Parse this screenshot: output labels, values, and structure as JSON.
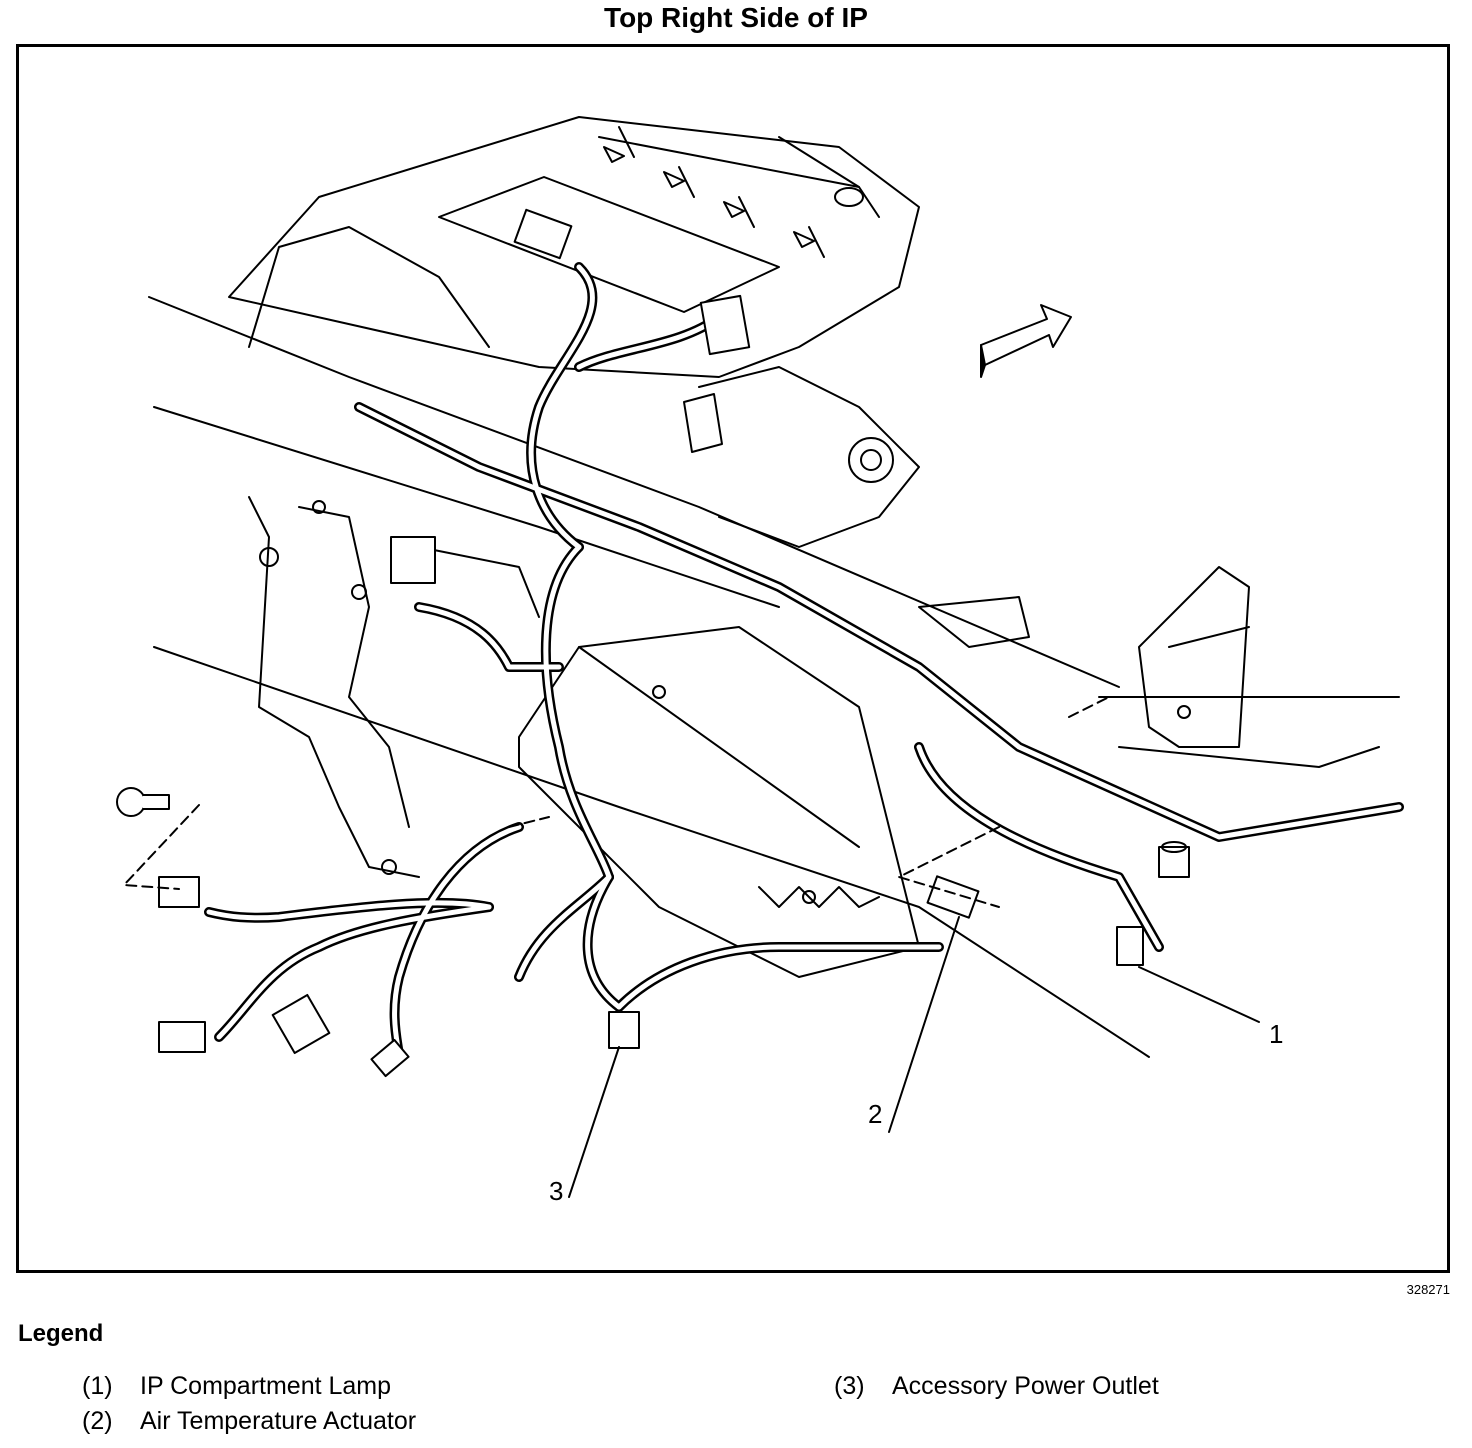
{
  "title": "Top Right Side of IP",
  "figure_id": "328271",
  "callouts": [
    "1",
    "2",
    "3"
  ],
  "legend": {
    "heading": "Legend",
    "items": [
      {
        "num": "(1)",
        "label": "IP Compartment Lamp"
      },
      {
        "num": "(2)",
        "label": "Air Temperature Actuator"
      },
      {
        "num": "(3)",
        "label": "Accessory Power Outlet"
      }
    ]
  },
  "colors": {
    "ink": "#000000",
    "paper": "#ffffff"
  }
}
